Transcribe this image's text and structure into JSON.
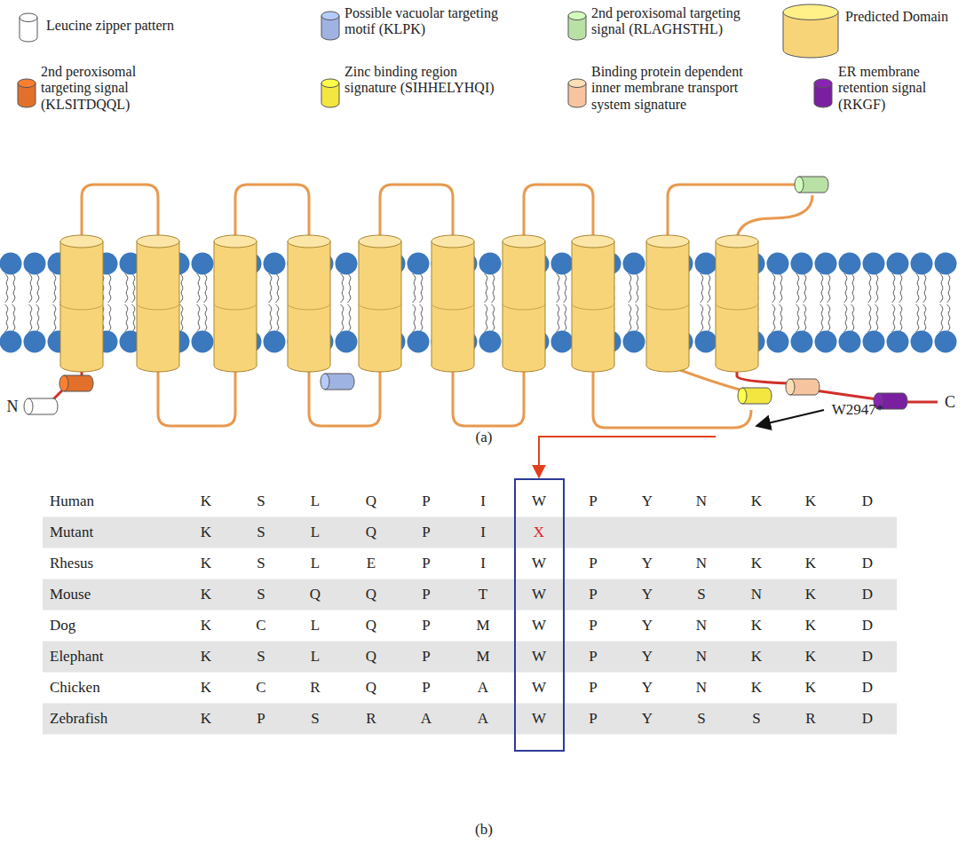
{
  "diagram": {
    "labels": [
      "N",
      "C",
      "W2947*",
      "(a)",
      "Human",
      "K",
      "S",
      "L",
      "Q",
      "P",
      "I",
      "W",
      "P",
      "Y",
      "N",
      "K",
      "K",
      "D",
      "Mutant",
      "K",
      "S",
      "L",
      "Q",
      "P",
      "I",
      "X",
      "Rhesus",
      "K",
      "S",
      "L",
      "E",
      "P",
      "I",
      "W",
      "P",
      "Y",
      "N",
      "K",
      "K",
      "D",
      "Mouse",
      "K",
      "S",
      "Q",
      "Q",
      "P",
      "T",
      "W",
      "P",
      "Y",
      "S",
      "N",
      "K",
      "D",
      "Dog",
      "K",
      "C",
      "L",
      "Q",
      "P",
      "M",
      "W",
      "P",
      "Y",
      "N",
      "K",
      "K",
      "D",
      "Elephant",
      "K",
      "S",
      "L",
      "Q",
      "P",
      "M",
      "W",
      "P",
      "Y",
      "N",
      "K",
      "K",
      "D",
      "Chicken",
      "K",
      "C",
      "R",
      "Q",
      "P",
      "A",
      "W",
      "P",
      "Y",
      "N",
      "K",
      "K",
      "D",
      "Zebrafish",
      "K",
      "P",
      "S",
      "R",
      "A",
      "A",
      "W",
      "P",
      "Y",
      "S",
      "S",
      "R",
      "D",
      "(b)"
    ],
    "legend": [
      {
        "text": "Leucine zipper pattern",
        "color": "#ffffff"
      },
      {
        "text": "Possible vacuolar targeting motif (KLPK)",
        "color": "#9fb3e3"
      },
      {
        "text": "2nd peroxisomal targeting signal (RLAGHSTHL)",
        "color": "#b9e0a5"
      },
      {
        "text": "Predicted Domain",
        "color": "#f8d478"
      },
      {
        "text": "2nd peroxisomal targeting signal (KLSITDQQL)",
        "color": "#e2702a"
      },
      {
        "text": "Zinc binding region signature (SIHHELYHQI)",
        "color": "#f3e640"
      },
      {
        "text": "Binding protein dependent inner membrane transport system signature",
        "color": "#f7c4a0"
      },
      {
        "text": "ER membrane retention signal (RKGF)",
        "color": "#7a1fa0"
      }
    ]
  }
}
